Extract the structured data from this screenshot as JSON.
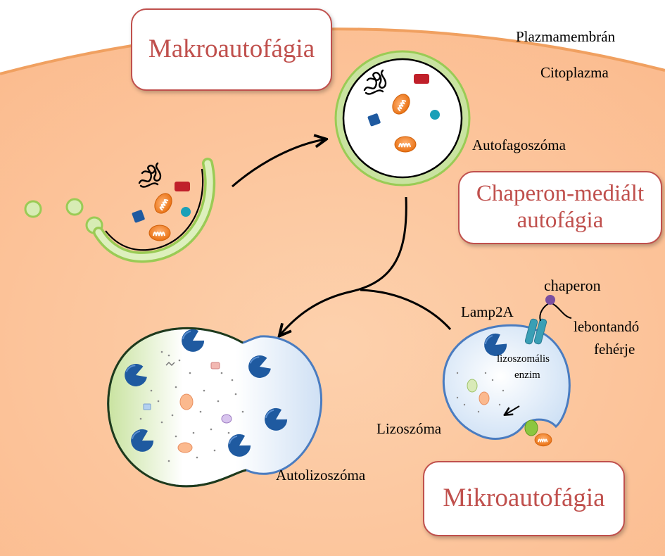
{
  "labels": {
    "plasma_membrane": "Plazmamembrán",
    "cytoplasm": "Citoplazma",
    "autophagosome": "Autofagoszóma",
    "autolysosome": "Autolizoszóma",
    "lysosome": "Lizoszóma",
    "chaperone": "chaperon",
    "lamp2a": "Lamp2A",
    "degraded_protein_line1": "lebontandó",
    "degraded_protein_line2": "fehérje",
    "lysosomal_enzyme_line1": "lizoszomális",
    "lysosomal_enzyme_line2": "enzim"
  },
  "titles": {
    "macroautophagy": "Makroautofágia",
    "cma_line1": "Chaperon-mediált",
    "cma_line2": "autofágia",
    "microautophagy": "Mikroautofágia"
  },
  "colors": {
    "cytoplasm": "#fcc49a",
    "membrane": "#f0a060",
    "title_text": "#c0504d",
    "vesicle_green": "#c6e096",
    "enzyme_blue": "#1f5aa0",
    "mito_orange": "#f07c1e",
    "protein_red": "#c0202a",
    "lamp2a_teal": "#3a9fb5",
    "chaperone_purple": "#7a4fa0"
  }
}
